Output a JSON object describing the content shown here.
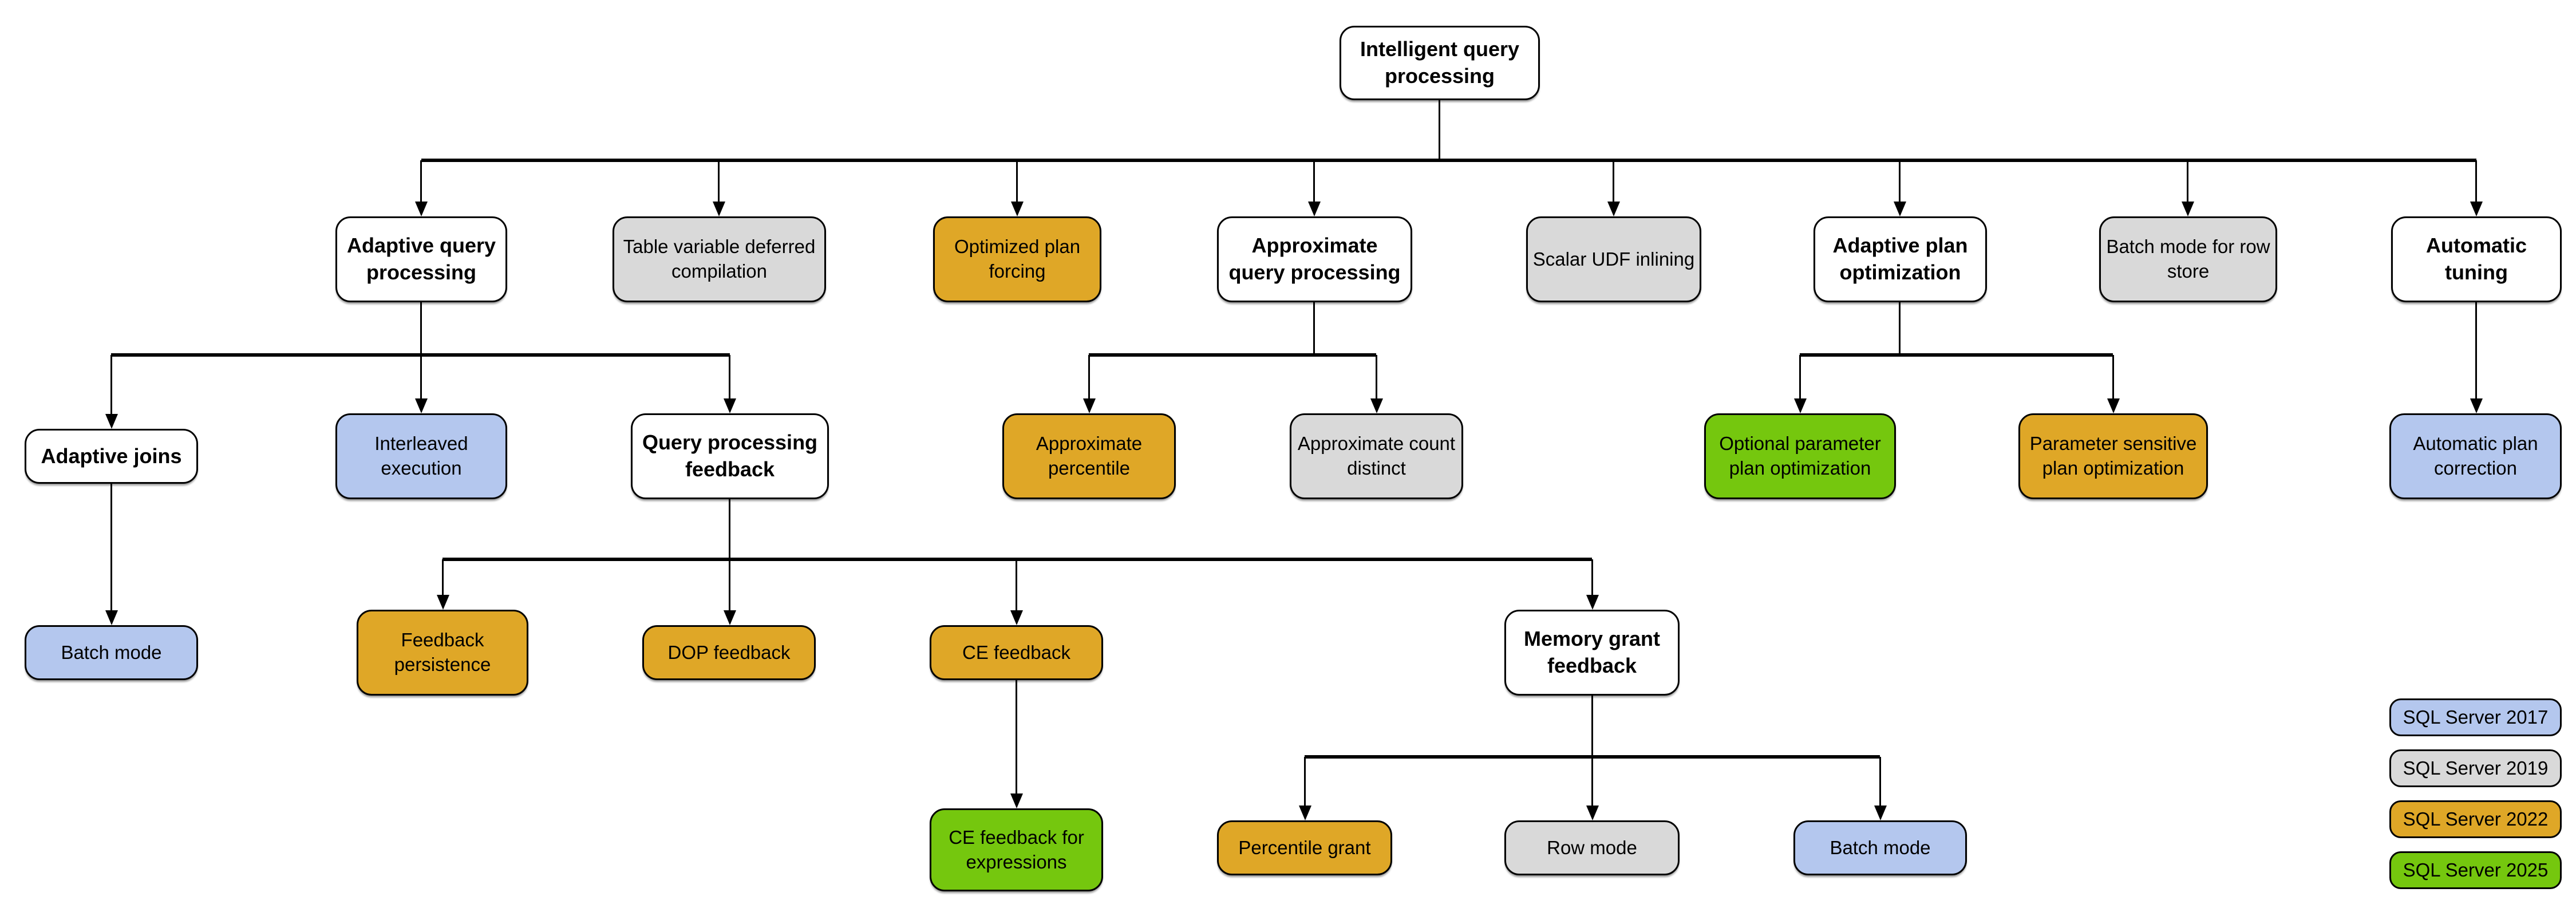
{
  "nodes": {
    "root": {
      "label": "Intelligent query processing"
    },
    "aqp": {
      "label": "Adaptive query processing"
    },
    "tvdc": {
      "label": "Table variable deferred compilation"
    },
    "opf": {
      "label": "Optimized plan forcing"
    },
    "axqp": {
      "label": "Approximate query processing"
    },
    "sudf": {
      "label": "Scalar UDF inlining"
    },
    "apo": {
      "label": "Adaptive plan optimization"
    },
    "bmrs": {
      "label": "Batch mode for row store"
    },
    "at": {
      "label": "Automatic tuning"
    },
    "aj": {
      "label": "Adaptive joins"
    },
    "ie": {
      "label": "Interleaved execution"
    },
    "qpf": {
      "label": "Query processing feedback"
    },
    "ap": {
      "label": "Approximate percentile"
    },
    "acd": {
      "label": "Approximate count distinct"
    },
    "oppo": {
      "label": "Optional parameter plan optimization"
    },
    "pspo": {
      "label": "Parameter sensitive plan optimization"
    },
    "apc": {
      "label": "Automatic plan correction"
    },
    "bm1": {
      "label": "Batch mode"
    },
    "fp": {
      "label": "Feedback persistence"
    },
    "dop": {
      "label": "DOP feedback"
    },
    "ce": {
      "label": "CE feedback"
    },
    "mgf": {
      "label": "Memory grant feedback"
    },
    "cefe": {
      "label": "CE feedback for expressions"
    },
    "pg": {
      "label": "Percentile grant"
    },
    "rm": {
      "label": "Row mode"
    },
    "bm2": {
      "label": "Batch mode"
    }
  },
  "legend": {
    "items": [
      {
        "label": "SQL Server 2017",
        "color": "#b4c7ee"
      },
      {
        "label": "SQL Server 2019",
        "color": "#d9d9d9"
      },
      {
        "label": "SQL Server 2022",
        "color": "#dfa727"
      },
      {
        "label": "SQL Server 2025",
        "color": "#75c70e"
      }
    ]
  },
  "colors": {
    "sql_server_2017_blue": "#b4c7ee",
    "sql_server_2019_gray": "#d9d9d9",
    "sql_server_2022_gold": "#dfa727",
    "sql_server_2025_green": "#75c70e",
    "box_border": "#000000",
    "background": "#ffffff"
  }
}
